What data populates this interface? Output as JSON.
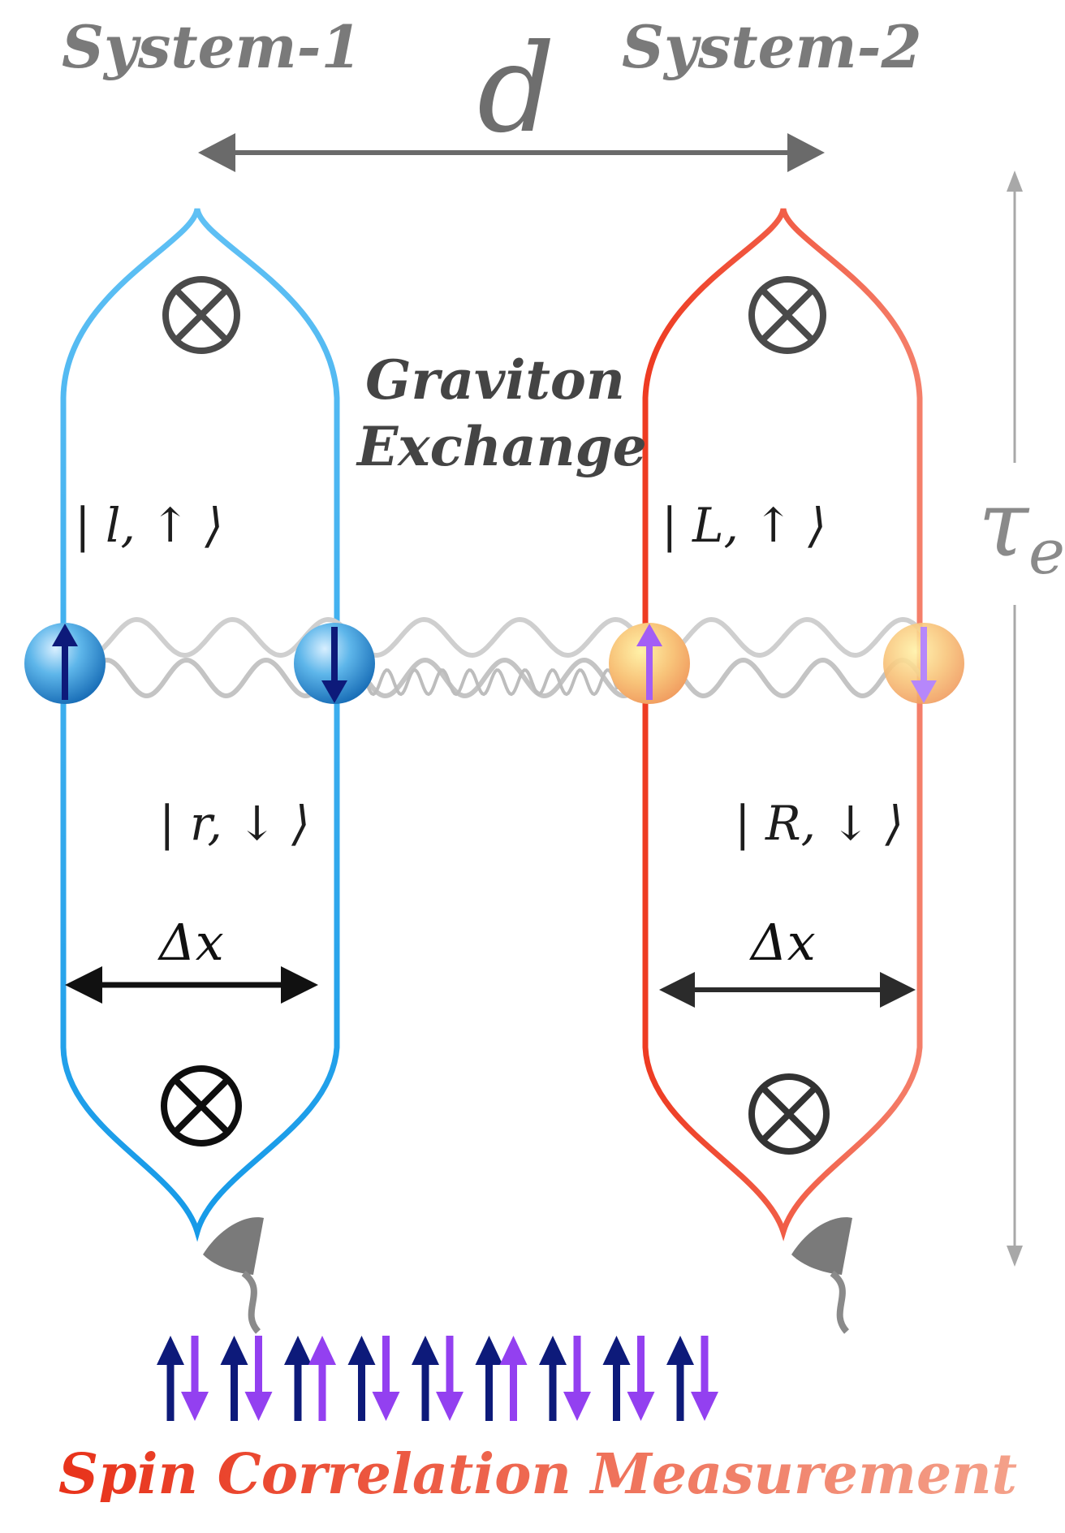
{
  "labels": {
    "system1": "System-1",
    "system2": "System-2",
    "distance": "d",
    "time_symbol": "τ",
    "time_subscript": "e",
    "graviton_line1": "Graviton",
    "graviton_line2": "Exchange",
    "ket_l_up": "| l, ↑ ⟩",
    "ket_r_down": "| r, ↓ ⟩",
    "ket_L_up": "| L, ↑ ⟩",
    "ket_R_down": "| R, ↓ ⟩",
    "delta_x_left": "Δx",
    "delta_x_right": "Δx",
    "title": "Spin Correlation Measurement"
  },
  "colors": {
    "system1_loop": "#2aa6ec",
    "system2_loop": "#ef4a35",
    "title_gradient_start": "#e8321a",
    "title_gradient_end": "#f4a18a",
    "spin_dark_blue": "#0d1a7a",
    "spin_purple": "#9340f0",
    "gray_text": "#7a7a7a"
  },
  "icons": {
    "magnetic_field": "circled-x-icon",
    "detector": "detector-icon",
    "particle": "sphere-icon"
  },
  "spin_pairs": [
    [
      "up",
      "down"
    ],
    [
      "up",
      "down"
    ],
    [
      "up",
      "up"
    ],
    [
      "up",
      "down"
    ],
    [
      "up",
      "down"
    ],
    [
      "up",
      "up"
    ],
    [
      "up",
      "down"
    ],
    [
      "up",
      "down"
    ],
    [
      "up",
      "down"
    ]
  ]
}
